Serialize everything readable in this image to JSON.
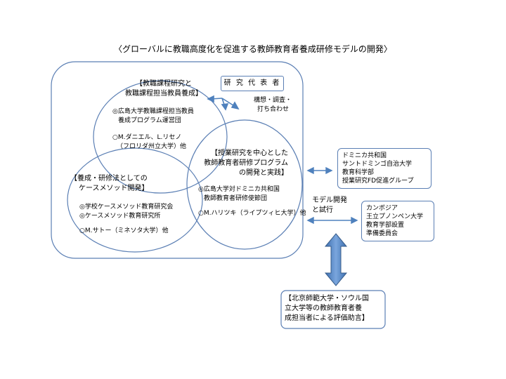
{
  "title": "〈グローバルに教職高度化を促進する教師教育者養成研修モデルの開発〉",
  "representative": "研 究 代 表 者",
  "representative_note": [
    "構想・調査・",
    "打ち合わせ"
  ],
  "circle_top": {
    "heading": [
      "【教職課程研究と",
      "教職課程担当教員養成】"
    ],
    "members": [
      "◎広島大学教職課程担当教員",
      "養成プログラム運営団"
    ],
    "partners": [
      "○M.ダニエル、L.リセノ",
      "（フロリダ州立大学）他"
    ]
  },
  "circle_right": {
    "heading": [
      "【授業研究を中心とした",
      "教師教育者研修プログラム",
      "の開発と実践】"
    ],
    "members": [
      "◎広島大学対ドミニカ共和国",
      "教師教育者研修使節団"
    ],
    "partners": "○M.ハリツキ（ライプツィヒ大学）他"
  },
  "circle_left": {
    "heading": [
      "【養成・研修法としての",
      "ケースメソッド開発】"
    ],
    "members": [
      "◎学校ケースメソッド教育研究会",
      "◎ケースメソッド教育研究所"
    ],
    "partners": "○M.サトー（ミネソタ大学）他"
  },
  "dominica": [
    "ドミニカ共和国",
    "サントドミンゴ自治大学",
    "教育科学部",
    "授業研究FD促進グループ"
  ],
  "model_label": [
    "モデル開発",
    "と試行"
  ],
  "cambodia": [
    "カンボジア",
    "王立プノンペン大学",
    "教育学部設置",
    "準備委員会"
  ],
  "evaluation": [
    "【北京師範大学・ソウル国",
    "立大学等の教師教育者養",
    "成担当者による評価助言】"
  ],
  "colors": {
    "outline": "#5b7fb4",
    "arrow_fill": "#4f81bd",
    "arrow_stroke": "#385d8a"
  }
}
